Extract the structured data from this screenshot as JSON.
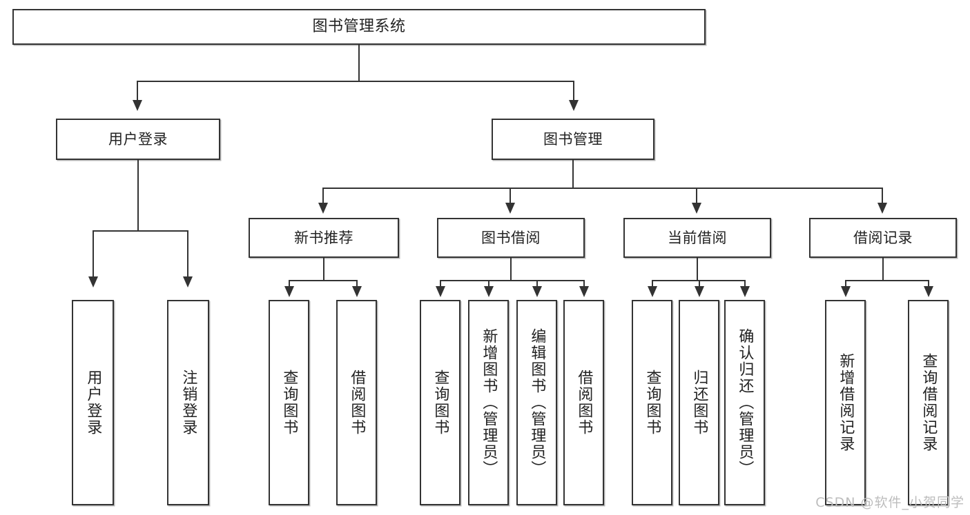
{
  "diagram": {
    "type": "tree",
    "title": "图书管理系统",
    "watermark": "CSDN @软件_小贺同学",
    "colors": {
      "border": "#333333",
      "background": "#ffffff",
      "text": "#222222",
      "shadow": "#b8b8b8",
      "watermark": "#bdbdbd"
    },
    "levels": {
      "root": {
        "label": "图书管理系统"
      },
      "level1": [
        {
          "label": "用户登录"
        },
        {
          "label": "图书管理"
        }
      ],
      "level2": [
        {
          "label": "新书推荐"
        },
        {
          "label": "图书借阅"
        },
        {
          "label": "当前借阅"
        },
        {
          "label": "借阅记录"
        }
      ],
      "leaves": {
        "user_login": [
          {
            "label": "用户登录"
          },
          {
            "label": "注销登录"
          }
        ],
        "new_book": [
          {
            "label": "查询图书"
          },
          {
            "label": "借阅图书"
          }
        ],
        "borrow_book": [
          {
            "label": "查询图书"
          },
          {
            "label": "新增图书（管理员）"
          },
          {
            "label": "编辑图书（管理员）"
          },
          {
            "label": "借阅图书"
          }
        ],
        "current_borrow": [
          {
            "label": "查询图书"
          },
          {
            "label": "归还图书"
          },
          {
            "label": "确认归还（管理员）"
          }
        ],
        "borrow_record": [
          {
            "label": "新增借阅记录"
          },
          {
            "label": "查询借阅记录"
          }
        ]
      }
    }
  }
}
